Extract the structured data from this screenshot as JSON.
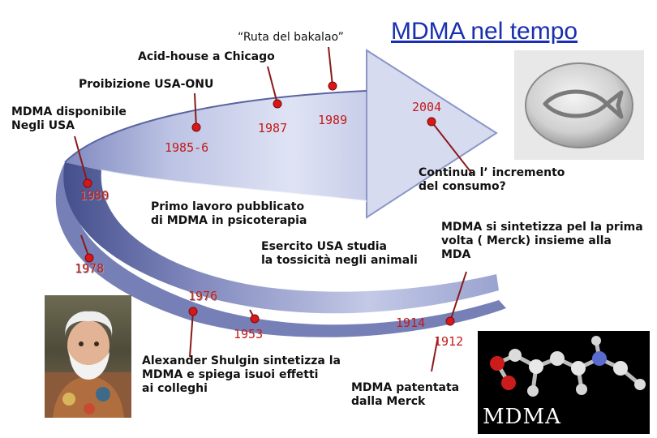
{
  "title": "MDMA nel tempo",
  "labels": {
    "ruta": "“Ruta del bakalao”",
    "acid_house": "Acid-house a Chicago",
    "proibizione": "Proibizione USA-ONU",
    "disponibile_l1": "MDMA disponibile",
    "disponibile_l2": "Negli  USA",
    "incremento_l1": "Continua l’ incremento",
    "incremento_l2": "del consumo?",
    "primo_l1": "Primo lavoro pubblicato",
    "primo_l2": "di MDMA in psicoterapia",
    "esercito_l1": "Esercito USA studia",
    "esercito_l2": "la tossicità negli animali",
    "merck_l1": "MDMA si sintetizza pel la prima",
    "merck_l2": "volta ( Merck) insieme alla",
    "merck_l3": "MDA",
    "shulgin_l1": "Alexander Shulgin sintetizza la",
    "shulgin_l2": "MDMA e spiega isuoi effetti",
    "shulgin_l3": "ai colleghi",
    "patentata_l1": "MDMA patentata",
    "patentata_l2": "dalla Merck",
    "molecule_caption": "MDMA"
  },
  "years": {
    "y1985_6": "1985-6",
    "y1987": "1987",
    "y1989": "1989",
    "y2004": "2004",
    "y1980": "1980",
    "y1978": "1978",
    "y1976": "1976",
    "y1953": "1953",
    "y1914": "1914",
    "y1912": "1912"
  },
  "colors": {
    "arrow_light": "#cfd4ec",
    "arrow_mid": "#8c96c6",
    "arrow_dark": "#4b5694",
    "marker": "#d81818",
    "line": "#8a1a1a",
    "title": "#1a2fb0",
    "year": "#c41a1a"
  },
  "icons": {
    "tablet": "fish-tablet-image",
    "portrait": "shulgin-portrait-image",
    "molecule": "mdma-molecule-model-image"
  }
}
